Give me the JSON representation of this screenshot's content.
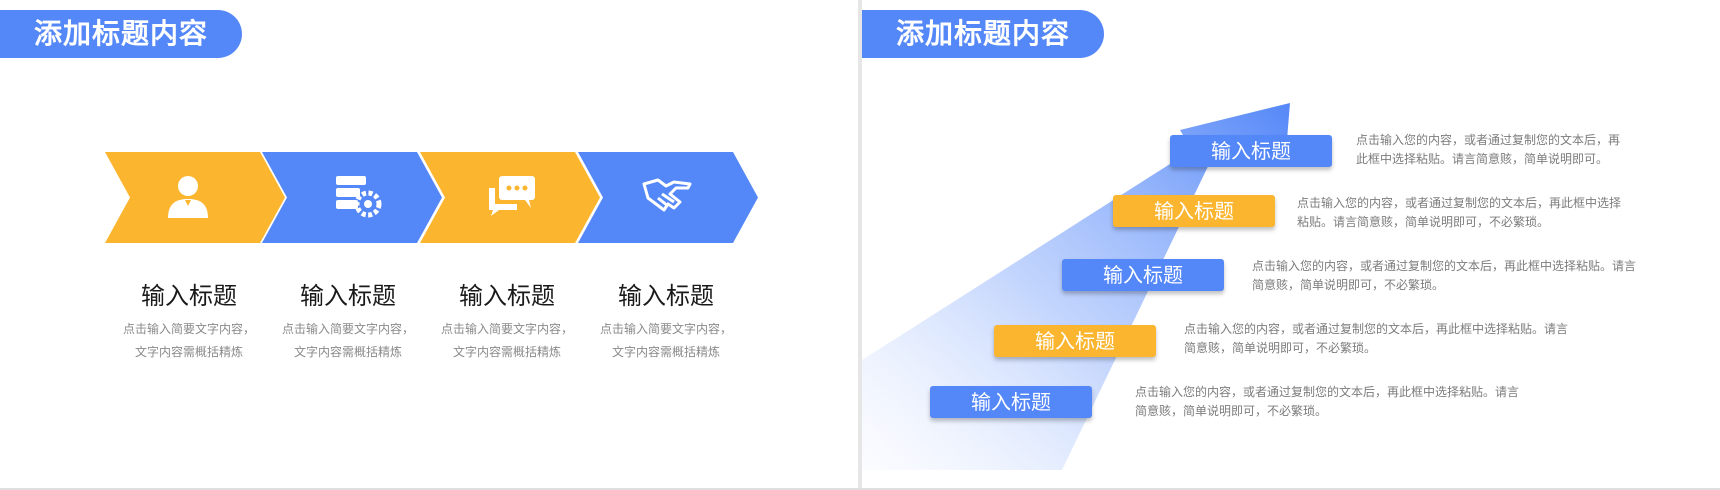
{
  "left": {
    "title": "添加标题内容",
    "items": [
      {
        "icon": "user-icon",
        "title": "输入标题",
        "desc_line1": "点击输入简要文字内容，",
        "desc_line2": "文字内容需概括精炼",
        "color": "#fbb52f"
      },
      {
        "icon": "server-settings-icon",
        "title": "输入标题",
        "desc_line1": "点击输入简要文字内容，",
        "desc_line2": "文字内容需概括精炼",
        "color": "#5487f8"
      },
      {
        "icon": "chat-icon",
        "title": "输入标题",
        "desc_line1": "点击输入简要文字内容，",
        "desc_line2": "文字内容需概括精炼",
        "color": "#fbb52f"
      },
      {
        "icon": "handshake-icon",
        "title": "输入标题",
        "desc_line1": "点击输入简要文字内容，",
        "desc_line2": "文字内容需概括精炼",
        "color": "#5487f8"
      }
    ]
  },
  "right": {
    "title": "添加标题内容",
    "steps": [
      {
        "label": "输入标题",
        "color": "blue",
        "desc_line1": "点击输入您的内容，或者通过复制您的文本后，再",
        "desc_line2": "此框中选择粘贴。请言简意赅，简单说明即可。"
      },
      {
        "label": "输入标题",
        "color": "yellow",
        "desc_line1": "点击输入您的内容，或者通过复制您的文本后，再此框中选择",
        "desc_line2": "粘贴。请言简意赅，简单说明即可，不必繁琐。"
      },
      {
        "label": "输入标题",
        "color": "blue",
        "desc_line1": "点击输入您的内容，或者通过复制您的文本后，再此框中选择粘贴。请言",
        "desc_line2": "简意赅，简单说明即可，不必繁琐。"
      },
      {
        "label": "输入标题",
        "color": "yellow",
        "desc_line1": "点击输入您的内容，或者通过复制您的文本后，再此框中选择粘贴。请言",
        "desc_line2": "简意赅，简单说明即可，不必繁琐。"
      },
      {
        "label": "输入标题",
        "color": "blue",
        "desc_line1": "点击输入您的内容，或者通过复制您的文本后，再此框中选择粘贴。请言",
        "desc_line2": "简意赅，简单说明即可，不必繁琐。"
      }
    ]
  },
  "colors": {
    "blue": "#5487f8",
    "yellow": "#fbb52f"
  }
}
